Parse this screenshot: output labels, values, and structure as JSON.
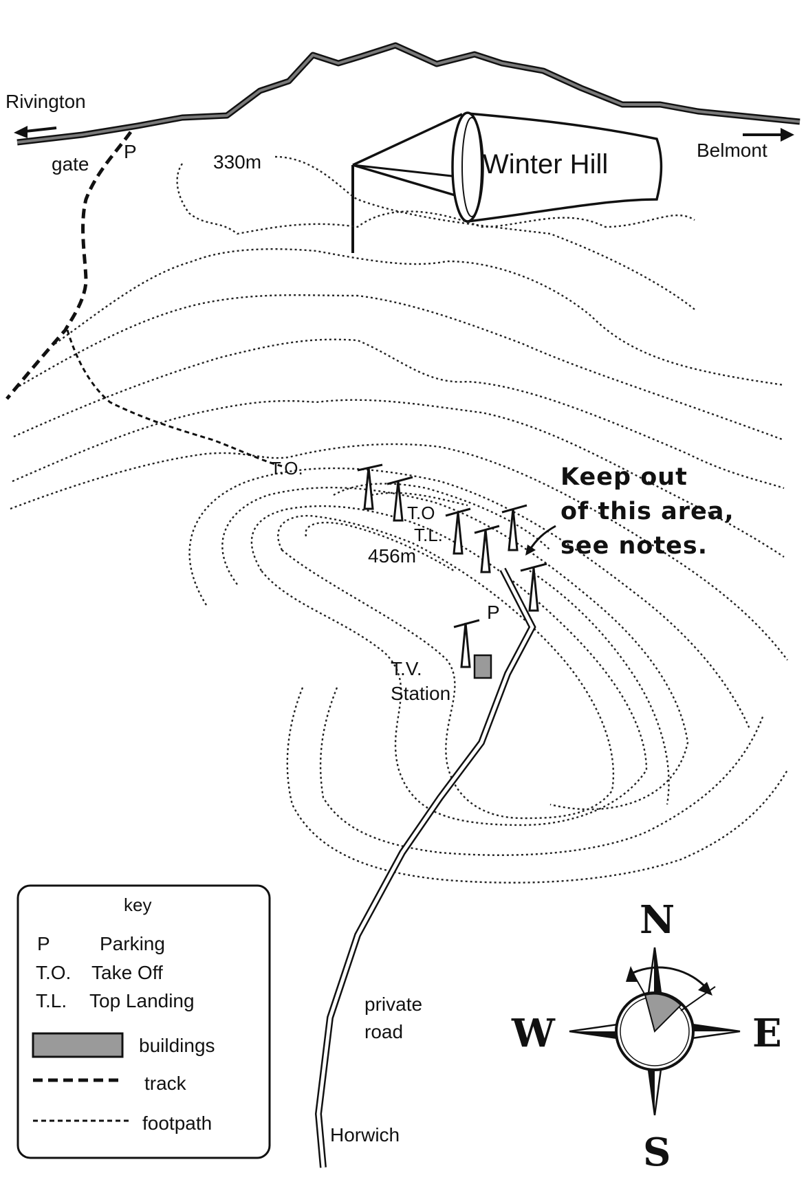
{
  "places": {
    "rivington": "Rivington",
    "belmont": "Belmont",
    "gate": "gate",
    "parking_top": "P",
    "contour_330": "330m",
    "hill_name": "Winter Hill",
    "takeoff_1": "T.O.",
    "takeoff_2": "T.O",
    "top_landing": "T.L.",
    "summit_height": "456m",
    "parking_station": "P",
    "tv_station_line1": "T.V.",
    "tv_station_line2": "Station",
    "private_road_line1": "private",
    "private_road_line2": "road",
    "horwich": "Horwich"
  },
  "warning": {
    "line1": "Keep out",
    "line2": "of this area,",
    "line3": "see notes."
  },
  "key": {
    "title": "key",
    "items": [
      {
        "symbol": "P",
        "label": "Parking"
      },
      {
        "symbol": "T.O.",
        "label": "Take Off"
      },
      {
        "symbol": "T.L.",
        "label": "Top Landing"
      }
    ],
    "buildings": "buildings",
    "track": "track",
    "footpath": "footpath"
  },
  "compass": {
    "north": "N",
    "south": "S",
    "east": "E",
    "west": "W"
  },
  "colors": {
    "building_fill": "#9a9a9a",
    "ridge": "#555555",
    "ink": "#111111"
  }
}
